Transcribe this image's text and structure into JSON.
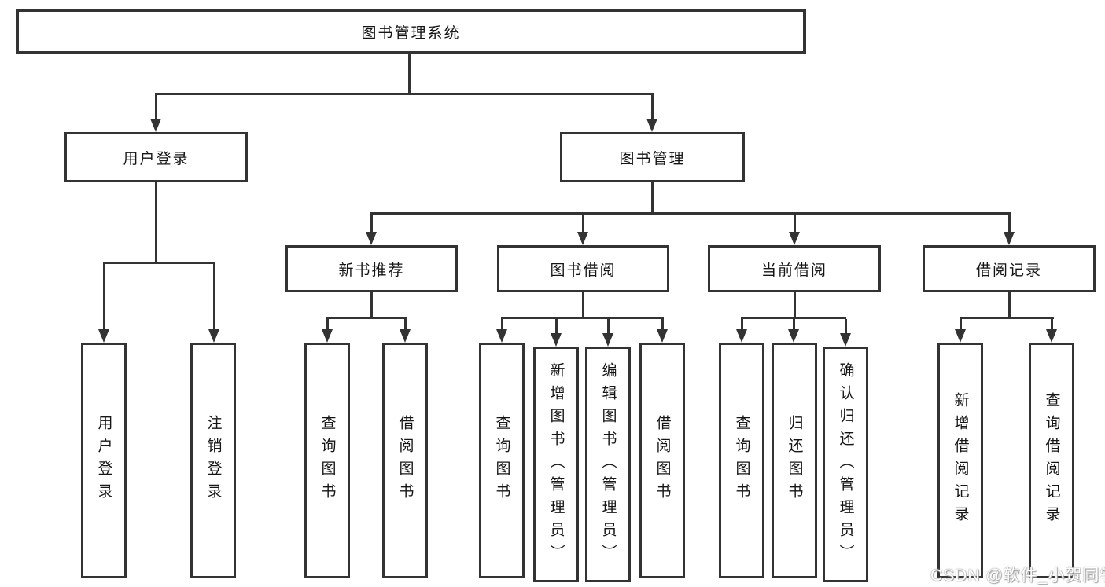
{
  "tree": {
    "root": "图书管理系统",
    "branches": [
      {
        "label": "用户登录",
        "children": [
          "用户登录",
          "注销登录"
        ]
      },
      {
        "label": "图书管理",
        "groups": [
          {
            "label": "新书推荐",
            "children": [
              "查询图书",
              "借阅图书"
            ]
          },
          {
            "label": "图书借阅",
            "children": [
              "查询图书",
              "新增图书（管理员）",
              "编辑图书（管理员）",
              "借阅图书"
            ]
          },
          {
            "label": "当前借阅",
            "children": [
              "查询图书",
              "归还图书",
              "确认归还（管理员）"
            ]
          },
          {
            "label": "借阅记录",
            "children": [
              "新增借阅记录",
              "查询借阅记录"
            ]
          }
        ]
      }
    ]
  },
  "watermark": "CSDN @软件_小贺同学",
  "colors": {
    "line": "#333333",
    "background": "#ffffff",
    "text": "#151515",
    "watermark": "#ffffff"
  }
}
